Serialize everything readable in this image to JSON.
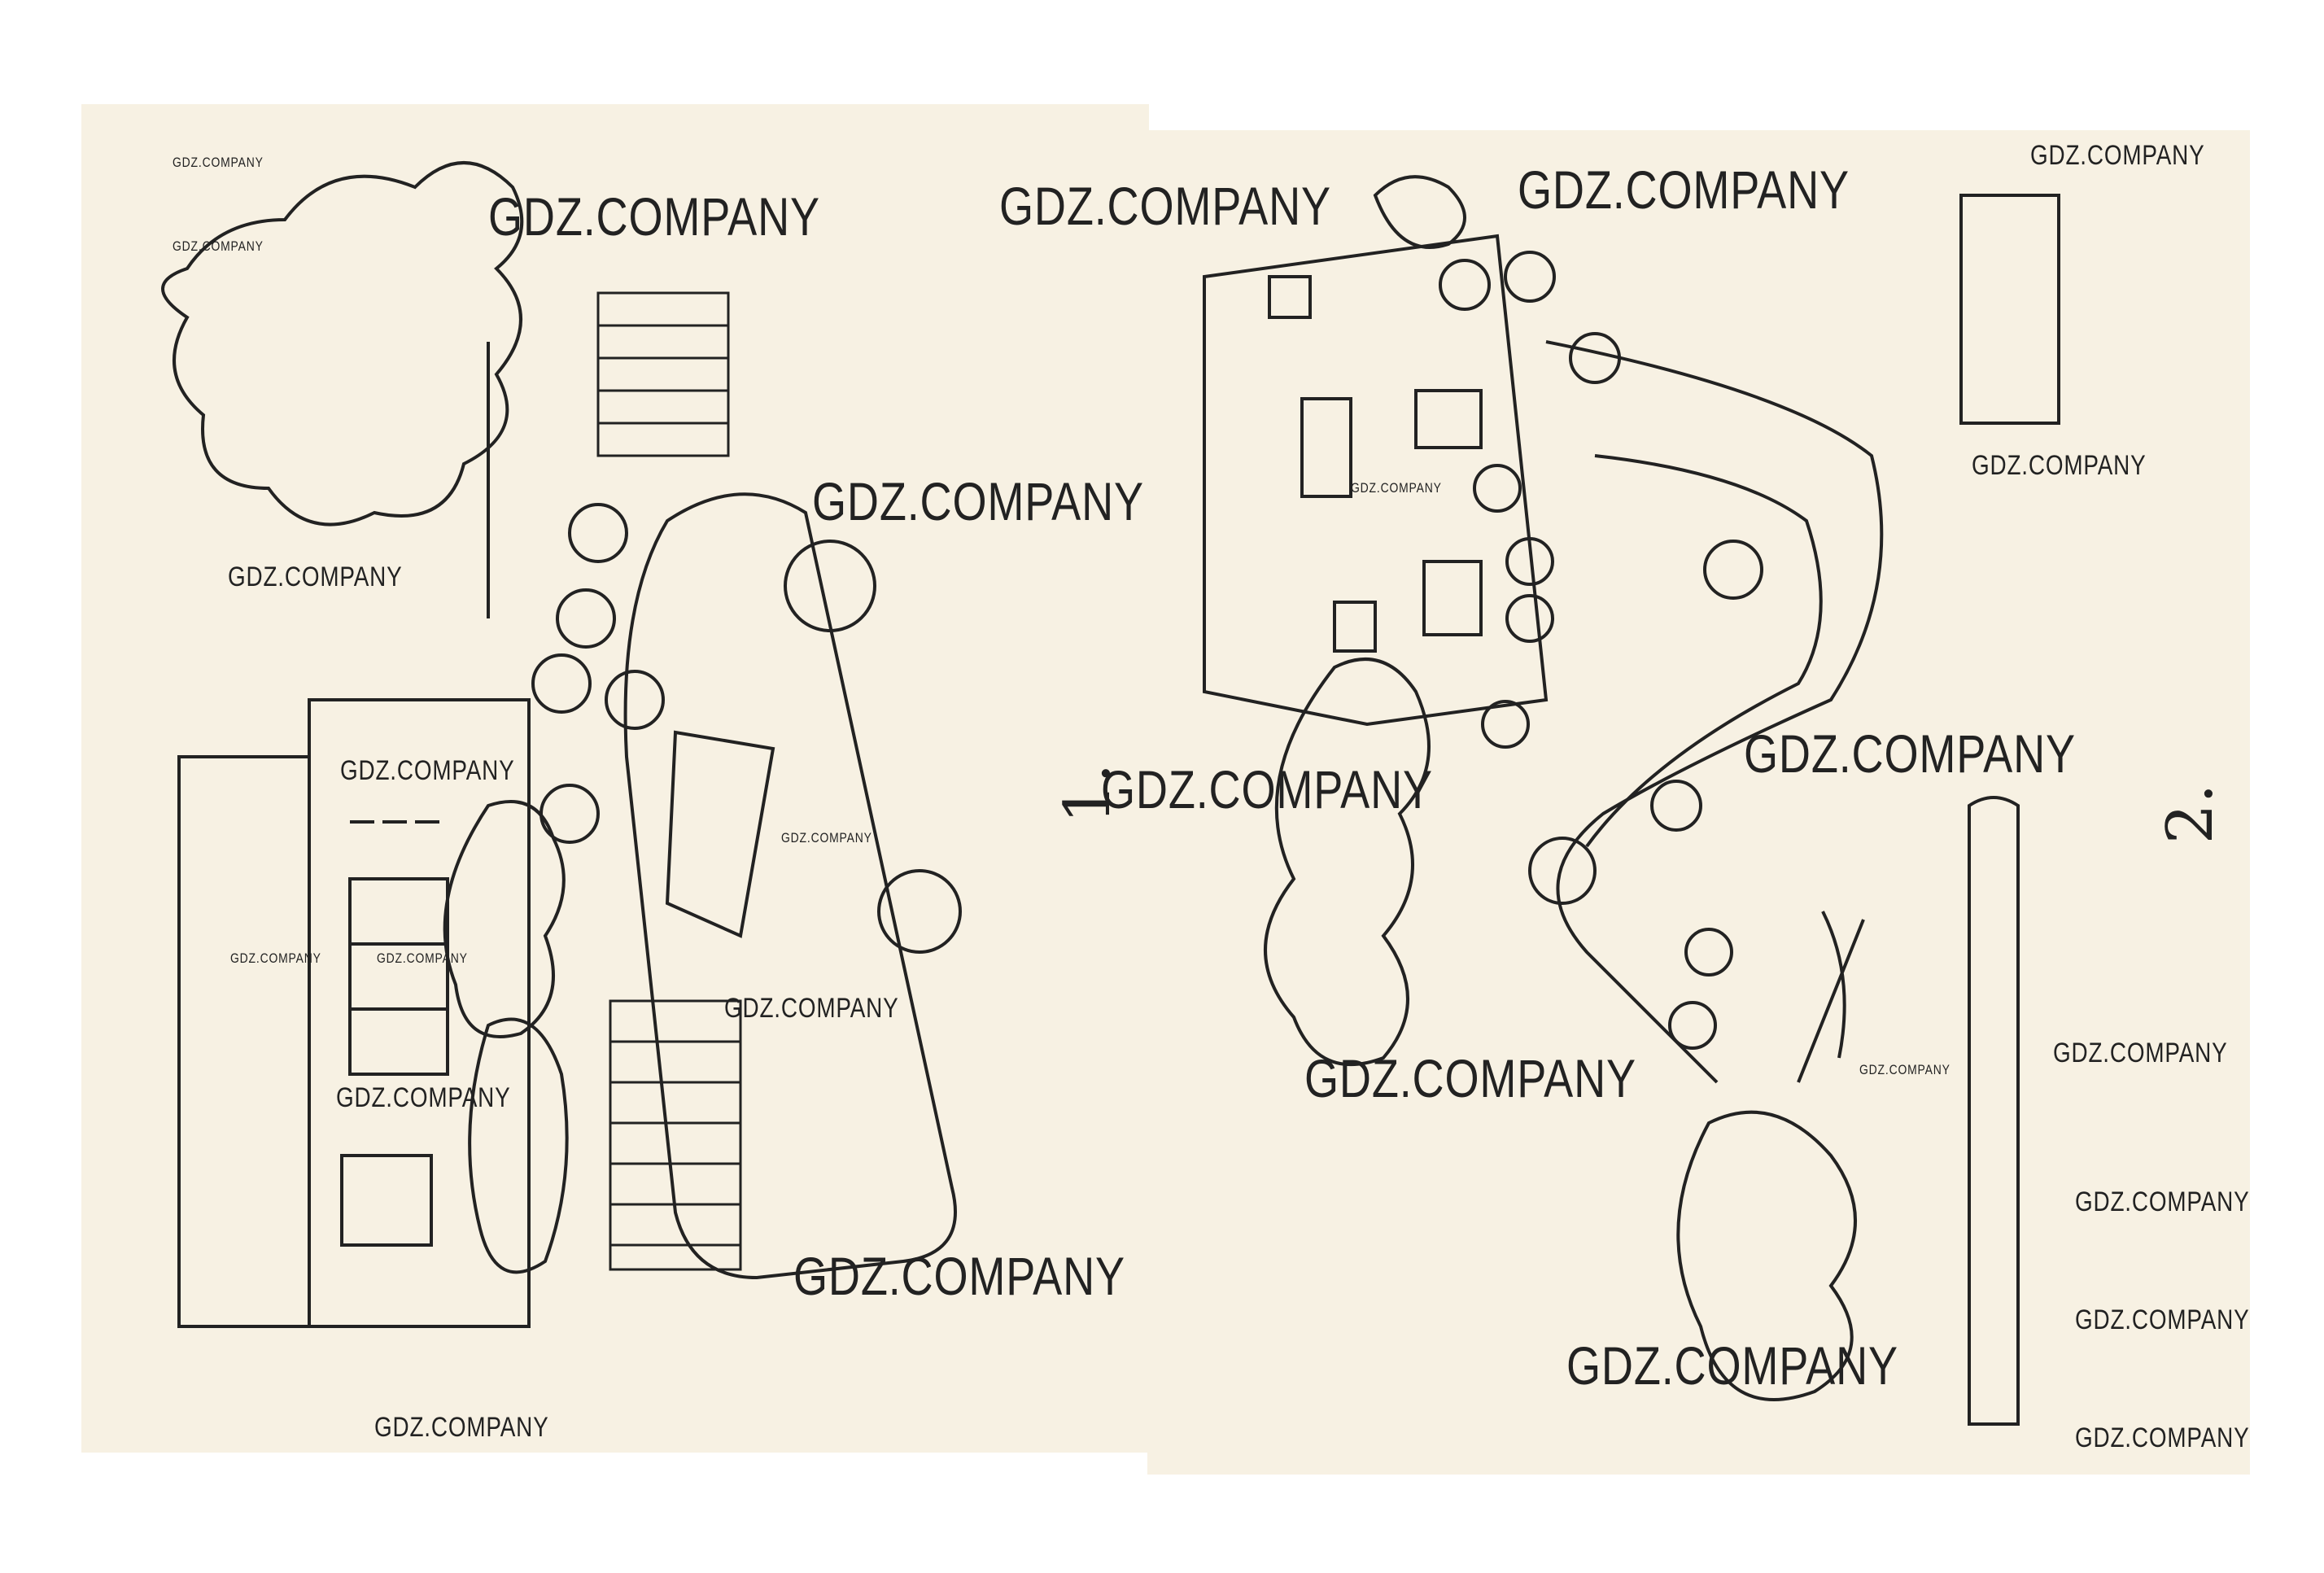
{
  "exercises": [
    {
      "number": "1."
    },
    {
      "number": "2."
    }
  ],
  "watermark": "GDZ.COMPANY",
  "colors": {
    "paper": "#f7f1e3",
    "ink": "#222222"
  }
}
